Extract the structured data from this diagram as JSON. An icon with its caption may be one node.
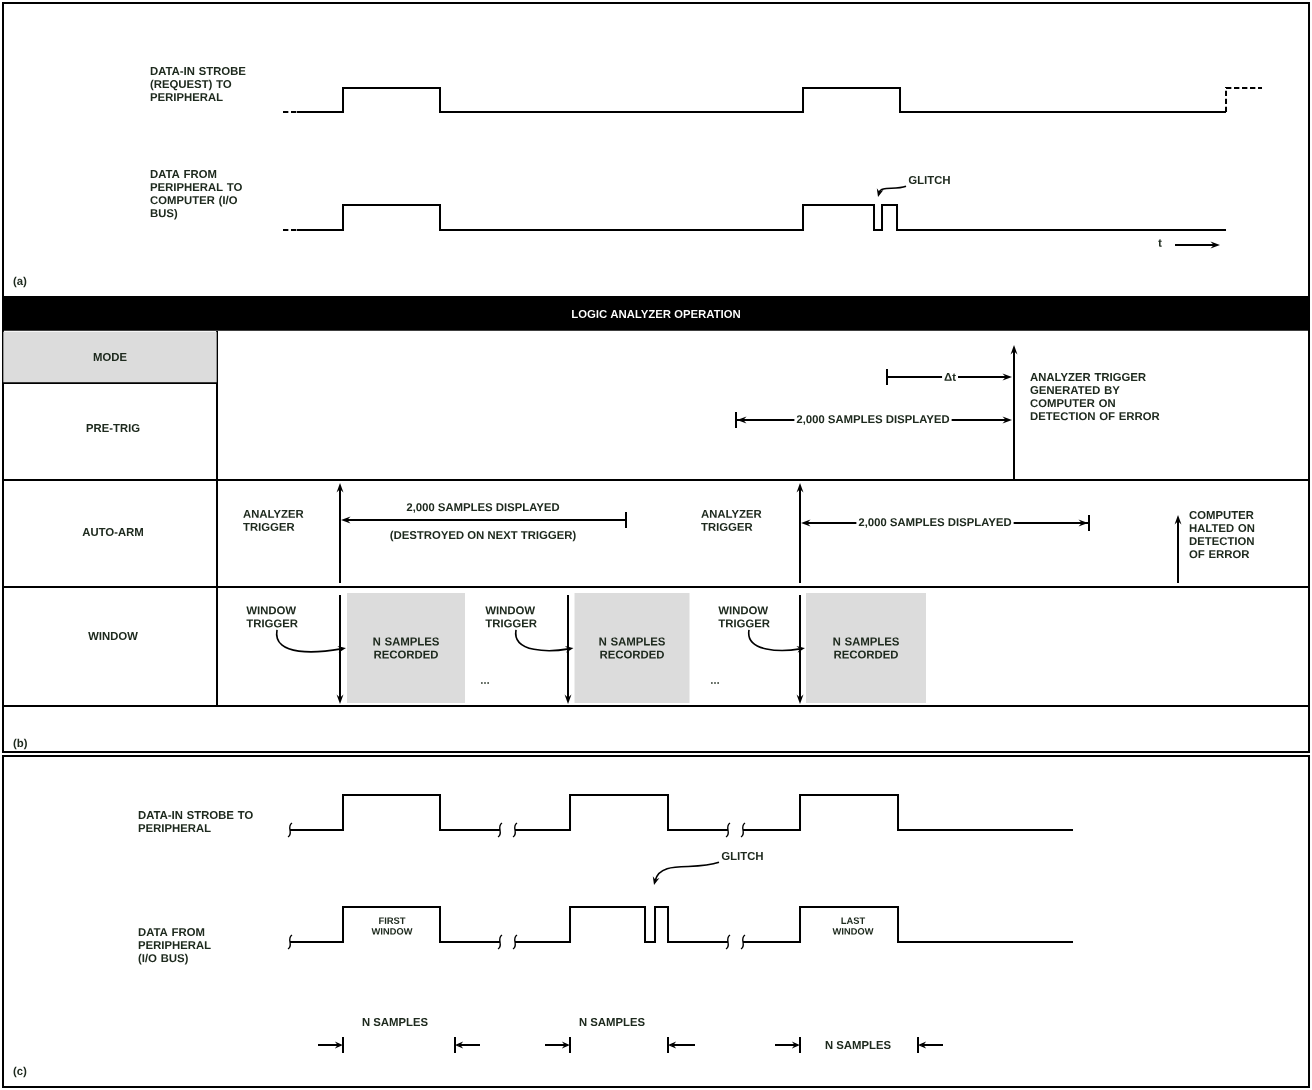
{
  "diagram": {
    "title": "LOGIC ANALYZER OPERATION",
    "nodes": [
      {
        "text": [
          "GLITCH"
        ]
      },
      {
        "text": [
          "WINDOW TRIGGER"
        ]
      },
      {
        "text": [
          "N SAMPLES RECORDED"
        ]
      },
      {
        "text": [
          "WINDOW TRIGGER"
        ]
      },
      {
        "text": [
          "N SAMPLES RECORDED"
        ]
      },
      {
        "text": [
          "WINDOW TRIGGER"
        ]
      },
      {
        "text": [
          "N SAMPLES RECORDED"
        ]
      },
      {
        "text": [
          "GLITCH"
        ]
      }
    ],
    "edges": [
      {
        "from": 0,
        "to": null,
        "arrow": "to"
      },
      {
        "from": 1,
        "to": 2,
        "arrow": "to"
      },
      {
        "from": 3,
        "to": 4,
        "arrow": "to"
      },
      {
        "from": 5,
        "to": 6,
        "arrow": "to"
      },
      {
        "from": 7,
        "to": null,
        "arrow": "to"
      }
    ],
    "labels": [
      "DATA-IN STROBE (REQUEST) TO PERIPHERAL",
      "DATA FROM PERIPHERAL TO COMPUTER (I/O BUS)",
      "t",
      "(a)",
      "MODE",
      "PRE-TRIG",
      "AUTO-ARM",
      "WINDOW",
      "Δt",
      "2,000 SAMPLES DISPLAYED",
      "ANALYZER TRIGGER GENERATED BY COMPUTER ON DETECTION OF ERROR",
      "ANALYZER TRIGGER",
      "2,000 SAMPLES DISPLAYED",
      "(DESTROYED ON NEXT TRIGGER)",
      "ANALYZER TRIGGER",
      "2,000 SAMPLES DISPLAYED",
      "COMPUTER HALTED ON DETECTION OF ERROR",
      "...",
      "...",
      "(b)",
      "DATA-IN STROBE TO PERIPHERAL",
      "DATA FROM PERIPHERAL (I/O BUS)",
      "FIRST WINDOW",
      "LAST WINDOW",
      "N SAMPLES",
      "N SAMPLES",
      "N SAMPLES",
      "(c)"
    ]
  }
}
